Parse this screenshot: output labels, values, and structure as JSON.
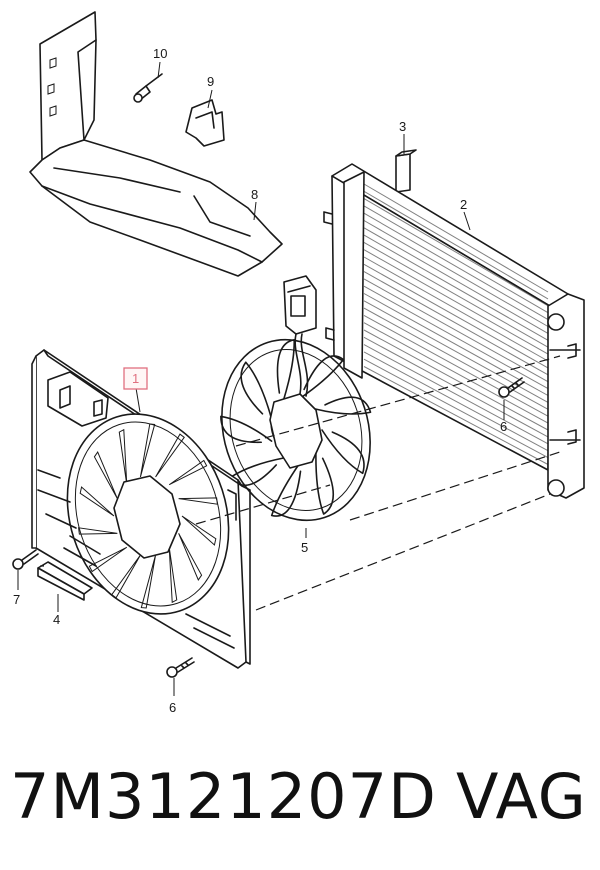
{
  "callouts": {
    "c1": "1",
    "c2": "2",
    "c3": "3",
    "c4": "4",
    "c5": "5",
    "c6a": "6",
    "c6b": "6",
    "c7": "7",
    "c8": "8",
    "c9": "9",
    "c10": "10"
  },
  "caption": {
    "part_number": "7M3121207D",
    "brand": "VAG"
  },
  "colors": {
    "line": "#1a1a1a",
    "highlight": "#e07080"
  }
}
